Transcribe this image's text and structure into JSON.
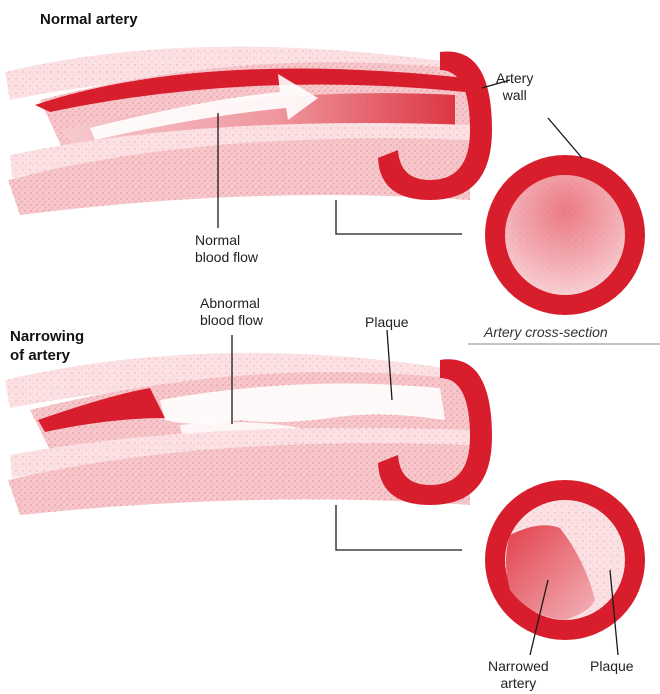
{
  "labels": {
    "normal_artery": "Normal artery",
    "artery_wall": "Artery\nwall",
    "normal_blood_flow": "Normal\nblood flow",
    "abnormal_blood_flow": "Abnormal\nblood flow",
    "plaque_top": "Plaque",
    "narrowing_of_artery": "Narrowing\nof artery",
    "artery_cross_section": "Artery cross-section",
    "narrowed_artery": "Narrowed\nartery",
    "plaque_bottom": "Plaque"
  },
  "colors": {
    "artery_red": "#d81e2c",
    "tissue_pink": "#f4b9be",
    "blood_gradient": "#e0303e",
    "leader_line": "#1a1a1a"
  }
}
